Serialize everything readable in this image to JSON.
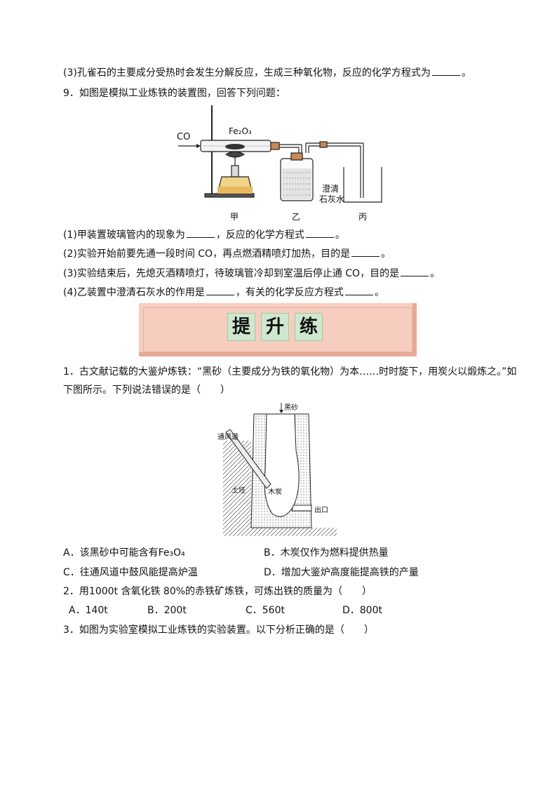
{
  "q8": {
    "sub3": "(3)孔雀石的主要成分受热时会发生分解反应，生成三种氧化物，反应的化学方程式为",
    "end": "。"
  },
  "q9": {
    "stem": "9．如图是模拟工业炼铁的装置图，回答下列问题：",
    "figure": {
      "co_label": "CO",
      "fe2o3_label": "Fe₂O₃",
      "limewater_line1": "澄清",
      "limewater_line2": "石灰水",
      "cap_jia": "甲",
      "cap_yi": "乙",
      "cap_bing": "丙"
    },
    "s1_a": "(1)甲装置玻璃管内的现象为",
    "s1_b": "，反应的化学方程式",
    "s1_c": "。",
    "s2_a": "(2)实验开始前要先通一段时间 CO，再点燃酒精喷灯加热，目的是",
    "s2_b": "。",
    "s3_a": "(3)实验结束后，先熄灭酒精喷灯，待玻璃管冷却到室温后停止通 CO，目的是",
    "s3_b": "。",
    "s4_a": "(4)乙装置中澄清石灰水的作用是",
    "s4_b": "，有关的化学反应方程式",
    "s4_c": "。"
  },
  "banner": {
    "c1": "提",
    "c2": "升",
    "c3": "练"
  },
  "p1": {
    "stem_line1": "1．古文献记载的大鉴炉炼铁：“黑砂（主要成分为铁的氧化物）为本……时时旋下，用炭火以煅炼之。”如",
    "stem_line2": "下图所示。下列说法错误的是（　　）",
    "figure": {
      "heisha": "黑砂",
      "tongfengdao": "通风道",
      "tupi": "土坯",
      "mutan": "木炭",
      "chukou": "出口"
    },
    "optA": "A．该黑砂中可能含有Fe₃O₄",
    "optB": "B．木炭仅作为燃料提供热量",
    "optC": "C．往通风道中鼓风能提高炉温",
    "optD": "D．增加大鉴炉高度能提高铁的产量"
  },
  "p2": {
    "stem": "2．用1000t 含氧化铁 80%的赤铁矿炼铁，可炼出铁的质量为（　　）",
    "optA": "A．140t",
    "optB": "B．200t",
    "optC": "C．560t",
    "optD": "D．800t"
  },
  "p3": {
    "stem": "3．如图为实验室模拟工业炼铁的实验装置。以下分析正确的是（　　）"
  }
}
